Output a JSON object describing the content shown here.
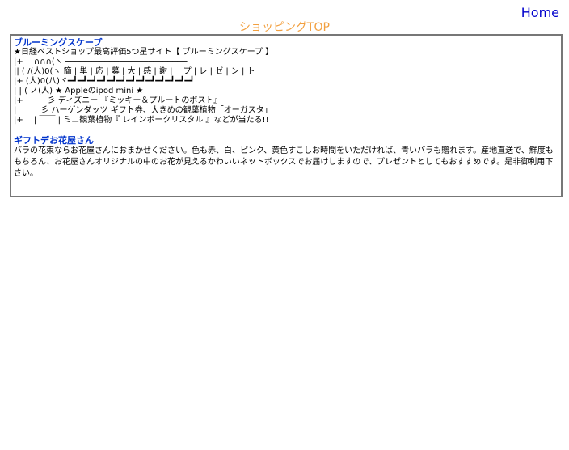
{
  "header": {
    "home_label": "Home",
    "page_title": "ショッピングTOP"
  },
  "shops": [
    {
      "title": "ブルーミングスケープ",
      "lines": [
        "★日経ベストショップ最高評価5つ星サイト【 ブルーミングスケープ 】",
        "|+　 ∩∩∩(ヽ ─────────────────────────",
        "|| ( /(人)0(ヽ 簡 | 単 | 応 | 募 | 大 | 感 | 謝 | 　プ | レ | ゼ | ン | ト |",
        "|+ (人)0(八)ヾ━┛━┛━┛━┛━┛━┛━┛━┛━┛━┛━┛━┛━┛",
        "| | ( ノ(人) ★ Appleのipod mini ★",
        "|+　　　彡 ディズニー 『ミッキー＆プルートのポスト』",
        "|　　　彡 ハーゲンダッツ ギフト券、大きめの観葉植物「オーガスタ」",
        "|+　 | ￣￣ | ミニ観葉植物『 レインボークリスタル 』などが当たる!!"
      ]
    },
    {
      "title": "ギフトデお花屋さん",
      "description": "バラの花束ならお花屋さんにおまかせください。色も赤、白、ピンク、黄色すこしお時間をいただければ、青いバラも贈れます。産地直送で、鮮度ももちろん、お花屋さんオリジナルの中のお花が見えるかわいいネットボックスでお届けしますので、プレゼントとしてもおすすめです。是非御利用下さい。"
    }
  ],
  "colors": {
    "link": "#0033cc",
    "title_accent": "#f2a040",
    "border": "#777777"
  }
}
